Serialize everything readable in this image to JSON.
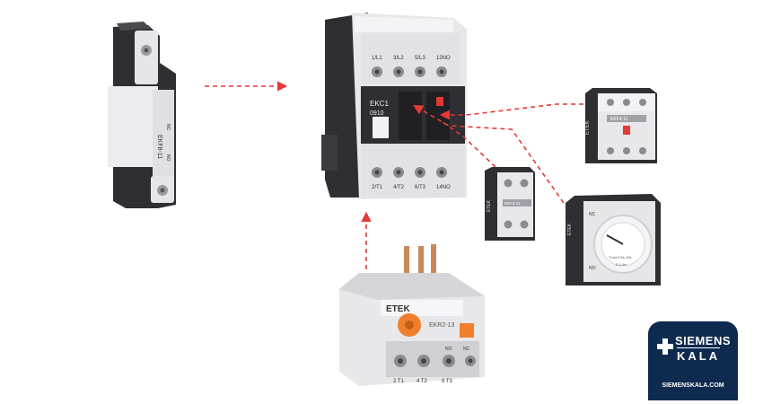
{
  "colors": {
    "arrow": "#e53935",
    "badge": "#0e2a4f",
    "housing_dark": "#2e2e33",
    "housing_light": "#e8e8ea",
    "dial": "#f07f2b"
  },
  "auxiliary_block": {
    "top_label": "",
    "model": "EKF8-11",
    "pin_label_top": "",
    "pin_label_bottom": "",
    "nc": "NC",
    "no": "NO"
  },
  "contactor": {
    "top_terminals": [
      "1/L1",
      "3/L2",
      "5/L3",
      "13NO"
    ],
    "model": "EKC1",
    "rating": "0910",
    "bottom_terminals": [
      "2/T1",
      "4/T2",
      "6/T3",
      "14NO"
    ]
  },
  "front_contact_block": {
    "brand": "ETEK",
    "model": "EKF4-11"
  },
  "mini_contact_block": {
    "brand": "ETEK",
    "model": "EKF4-11"
  },
  "timer_block": {
    "brand": "ETEK",
    "nc": "NC",
    "no": "NO",
    "dial_text": "Trust 0.5s-10s",
    "range_text": "0.4-4m"
  },
  "overload_relay": {
    "brand": "ETEK",
    "model": "EKR2-13",
    "terminals": [
      "2 T1",
      "4 T2",
      "6 T3"
    ],
    "contacts": [
      "NO",
      "NC"
    ]
  },
  "badge": {
    "line1": "SIEMENS",
    "line2": "KALA",
    "url": "SIEMENSKALA.COM"
  }
}
